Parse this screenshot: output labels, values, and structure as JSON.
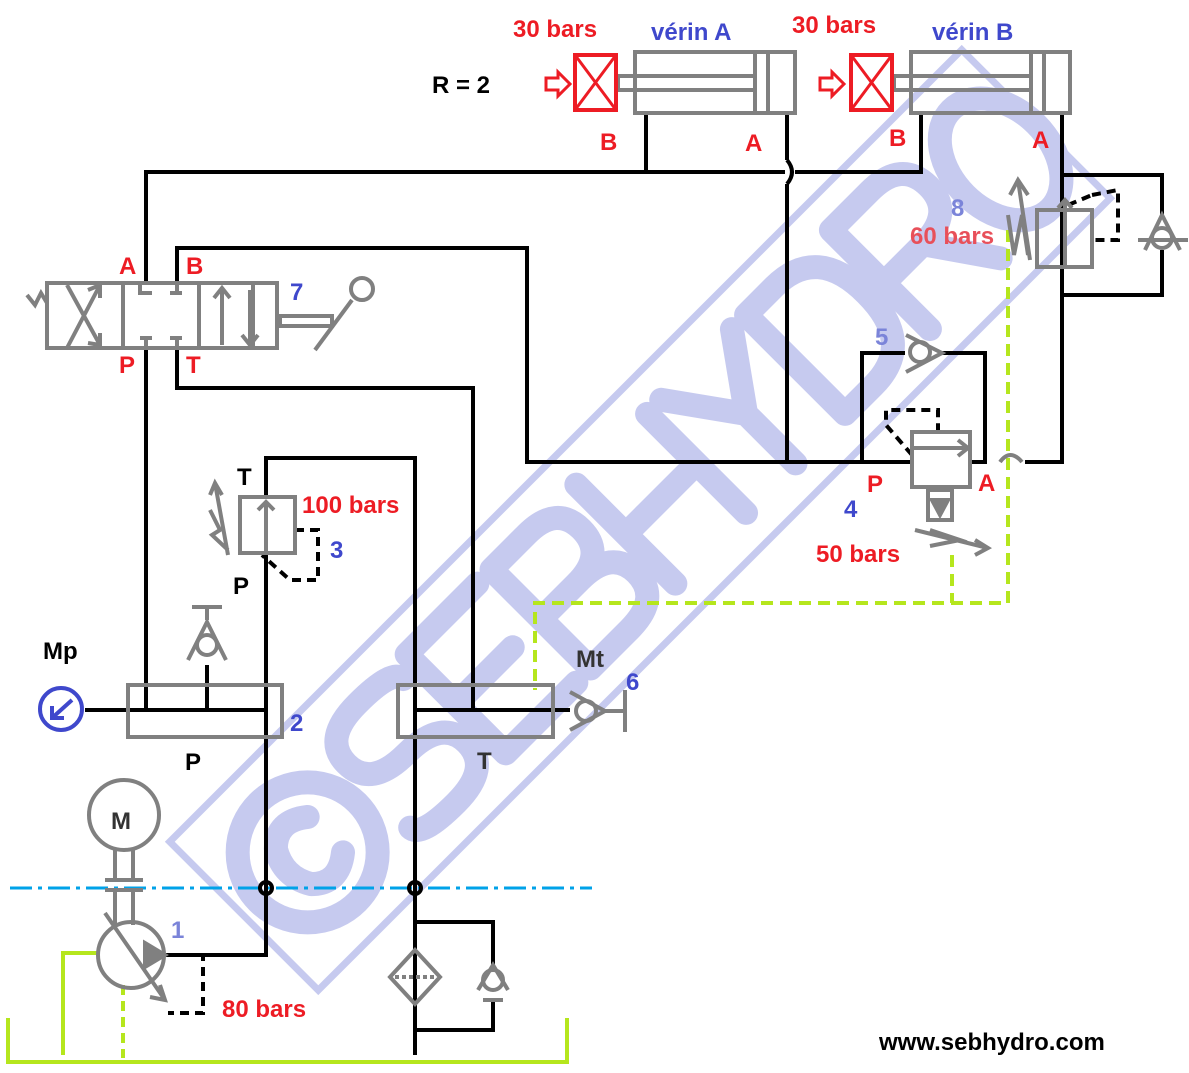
{
  "cylinders": {
    "a": {
      "pressure": "30 bars",
      "name": "vérin A",
      "port_b": "B",
      "port_a": "A"
    },
    "b": {
      "pressure": "30 bars",
      "name": "vérin B",
      "port_b": "B",
      "port_a": "A"
    },
    "ratio": "R = 2"
  },
  "directional_valve": {
    "id": "7",
    "port_a": "A",
    "port_b": "B",
    "port_p": "P",
    "port_t": "T"
  },
  "sequence_valve": {
    "id": "8",
    "pressure": "60 bars"
  },
  "check_valve": {
    "id": "5"
  },
  "pressure_reducer": {
    "id": "4",
    "port_p": "P",
    "port_a": "A",
    "pressure": "50 bars"
  },
  "relief_valve": {
    "id": "3",
    "port_t": "T",
    "port_p": "P",
    "pressure": "100 bars"
  },
  "manifold_p": {
    "gauge": "Mp",
    "id": "2",
    "port": "P"
  },
  "manifold_t": {
    "gauge": "Mt",
    "id": "6",
    "port": "T"
  },
  "pump": {
    "motor": "M",
    "id": "1",
    "pressure": "80 bars"
  },
  "website": "www.sebhydro.com",
  "watermark": "© SEBHYDRO",
  "colors": {
    "line": "#000000",
    "component": "#808080",
    "label_red": "#ed1c24",
    "label_blue": "#3f48cc",
    "drain": "#b5e61d",
    "axis": "#00a2e8",
    "watermark": "#c8cbf0"
  }
}
